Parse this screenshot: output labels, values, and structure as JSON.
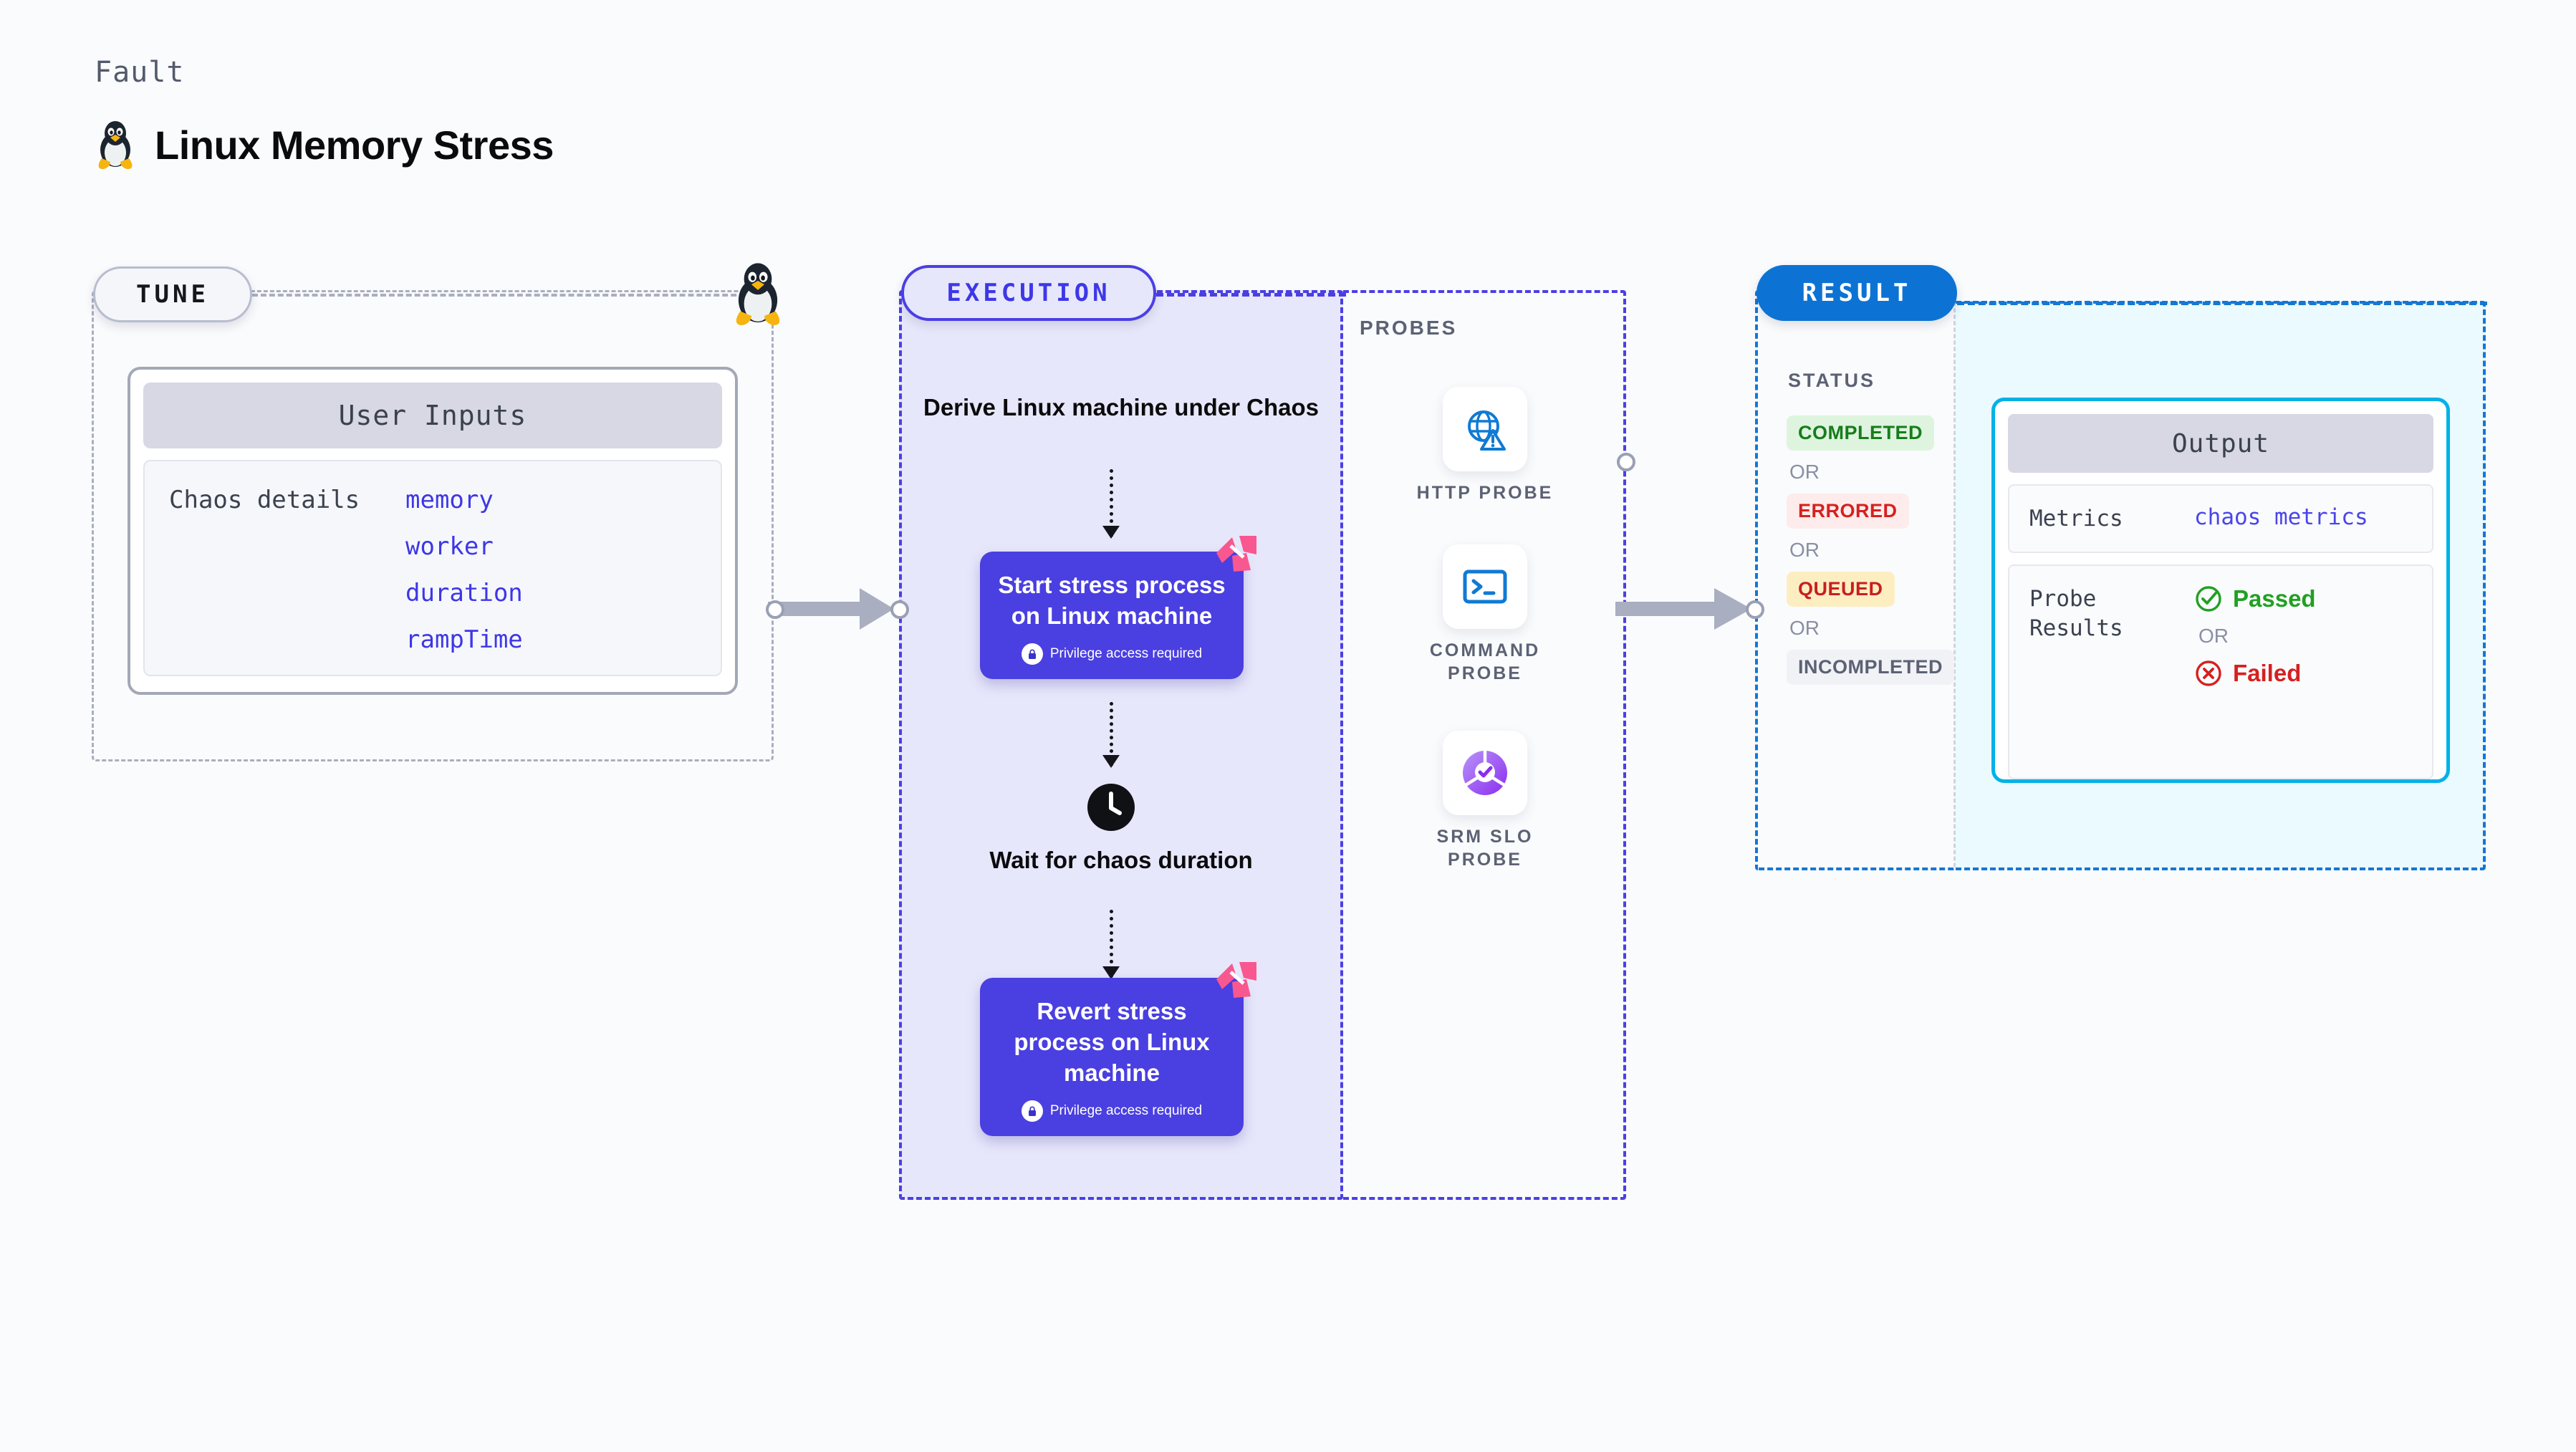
{
  "header": {
    "kicker": "Fault",
    "title": "Linux Memory Stress",
    "icon": "linux-tux-icon"
  },
  "tune": {
    "badge": "TUNE",
    "corner_icon": "linux-tux-icon",
    "card": {
      "header": "User Inputs",
      "label": "Chaos details",
      "params": [
        "memory",
        "worker",
        "duration",
        "rampTime"
      ]
    }
  },
  "execution": {
    "badge": "EXECUTION",
    "steps": {
      "derive": "Derive Linux machine under Chaos",
      "start": {
        "title": "Start stress process on Linux machine",
        "privilege": "Privilege access required",
        "icons": [
          "lock-icon",
          "chaos-logo-icon"
        ]
      },
      "wait": {
        "title": "Wait for chaos duration",
        "icon": "clock-icon"
      },
      "revert": {
        "title": "Revert stress process on Linux machine",
        "privilege": "Privilege access required",
        "icons": [
          "lock-icon",
          "chaos-logo-icon"
        ]
      }
    }
  },
  "probes": {
    "label": "PROBES",
    "items": [
      {
        "name": "HTTP PROBE",
        "icon": "globe-warning-icon"
      },
      {
        "name": "COMMAND PROBE",
        "icon": "terminal-icon"
      },
      {
        "name": "SRM SLO PROBE",
        "icon": "slo-gauge-check-icon"
      }
    ]
  },
  "result": {
    "badge": "RESULT",
    "status_label": "STATUS",
    "or_label": "OR",
    "statuses": [
      {
        "label": "COMPLETED",
        "color": "#177d1b",
        "bg": "#def4df"
      },
      {
        "label": "ERRORED",
        "color": "#d62020",
        "bg": "#fdeceb"
      },
      {
        "label": "QUEUED",
        "color": "#c71f1f",
        "bg": "#fdeec2"
      },
      {
        "label": "INCOMPLETED",
        "color": "#5c6274",
        "bg": "#f1f2f6"
      }
    ],
    "output": {
      "header": "Output",
      "metrics_key": "Metrics",
      "metrics_value": "chaos metrics",
      "probe_results_key": "Probe Results",
      "passed": "Passed",
      "failed": "Failed",
      "or_label": "OR",
      "icons": [
        "check-circle-icon",
        "x-circle-icon"
      ]
    }
  },
  "colors": {
    "canvas_bg": "#fafbfd",
    "indigo": "#4a3fe0",
    "indigo_panel_bg": "#e7e7fb",
    "result_blue": "#0c73d4",
    "output_cyan": "#00b2e6",
    "result_panel_bg": "#eafaff",
    "gray_dash": "#a9aec0",
    "chaos_pink": "#f9578f"
  }
}
